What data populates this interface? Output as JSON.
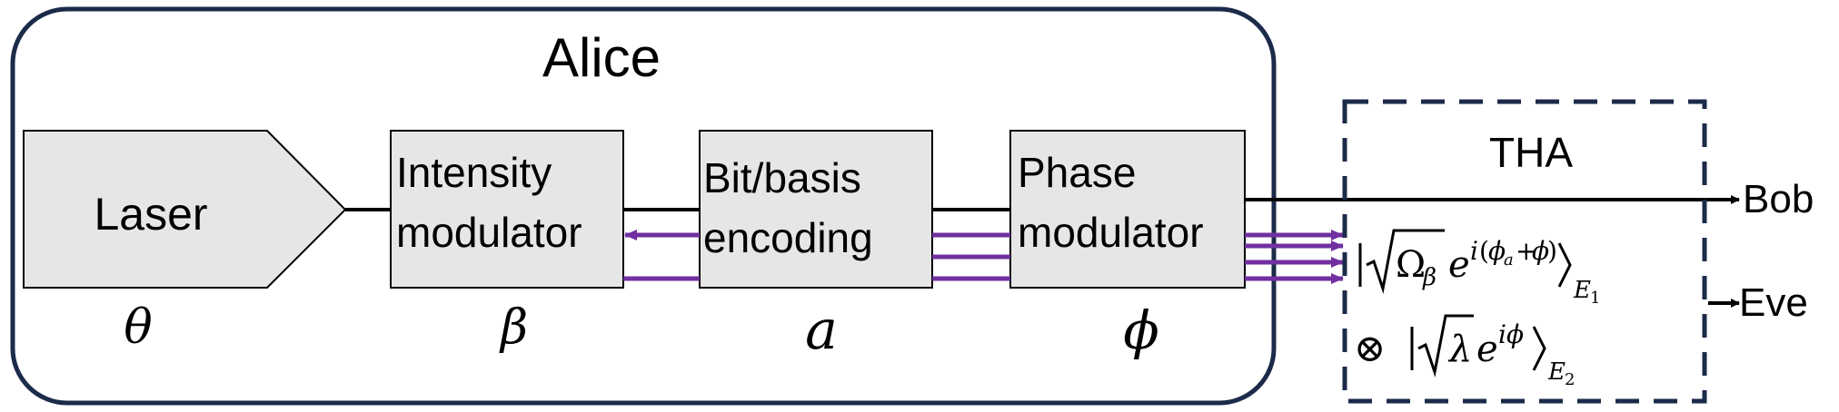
{
  "colors": {
    "alice_border": "#1c2b4a",
    "box_fill": "#e6e6e6",
    "box_stroke": "#000000",
    "purple": "#7030a0",
    "tha_border": "#1c2b4a"
  },
  "alice": {
    "title": "Alice"
  },
  "laser": {
    "label": "Laser",
    "param": "θ"
  },
  "intensity_modulator": {
    "line1": "Intensity",
    "line2": "modulator",
    "param": "β"
  },
  "bit_basis_encoding": {
    "line1": "Bit/basis",
    "line2": "encoding",
    "param": "a"
  },
  "phase_modulator": {
    "line1": "Phase",
    "line2": "modulator",
    "param": "ϕ"
  },
  "tha": {
    "title": "THA",
    "state1": {
      "sqrt": "Ω",
      "sqrt_sub": "β",
      "e": "e",
      "exp_i": "i",
      "exp_open": "(",
      "exp_phi_a": "ϕ",
      "exp_phi_a_sub": "a",
      "exp_plus": "+",
      "exp_phi": "ϕ",
      "exp_close": ")",
      "ket_sub": "E",
      "ket_sub_num": "1"
    },
    "tensor": "⊗",
    "state2": {
      "sqrt": "λ",
      "e": "e",
      "exp": "iϕ",
      "ket_sub": "E",
      "ket_sub_num": "2"
    }
  },
  "outputs": {
    "bob": "Bob",
    "eve": "Eve"
  }
}
